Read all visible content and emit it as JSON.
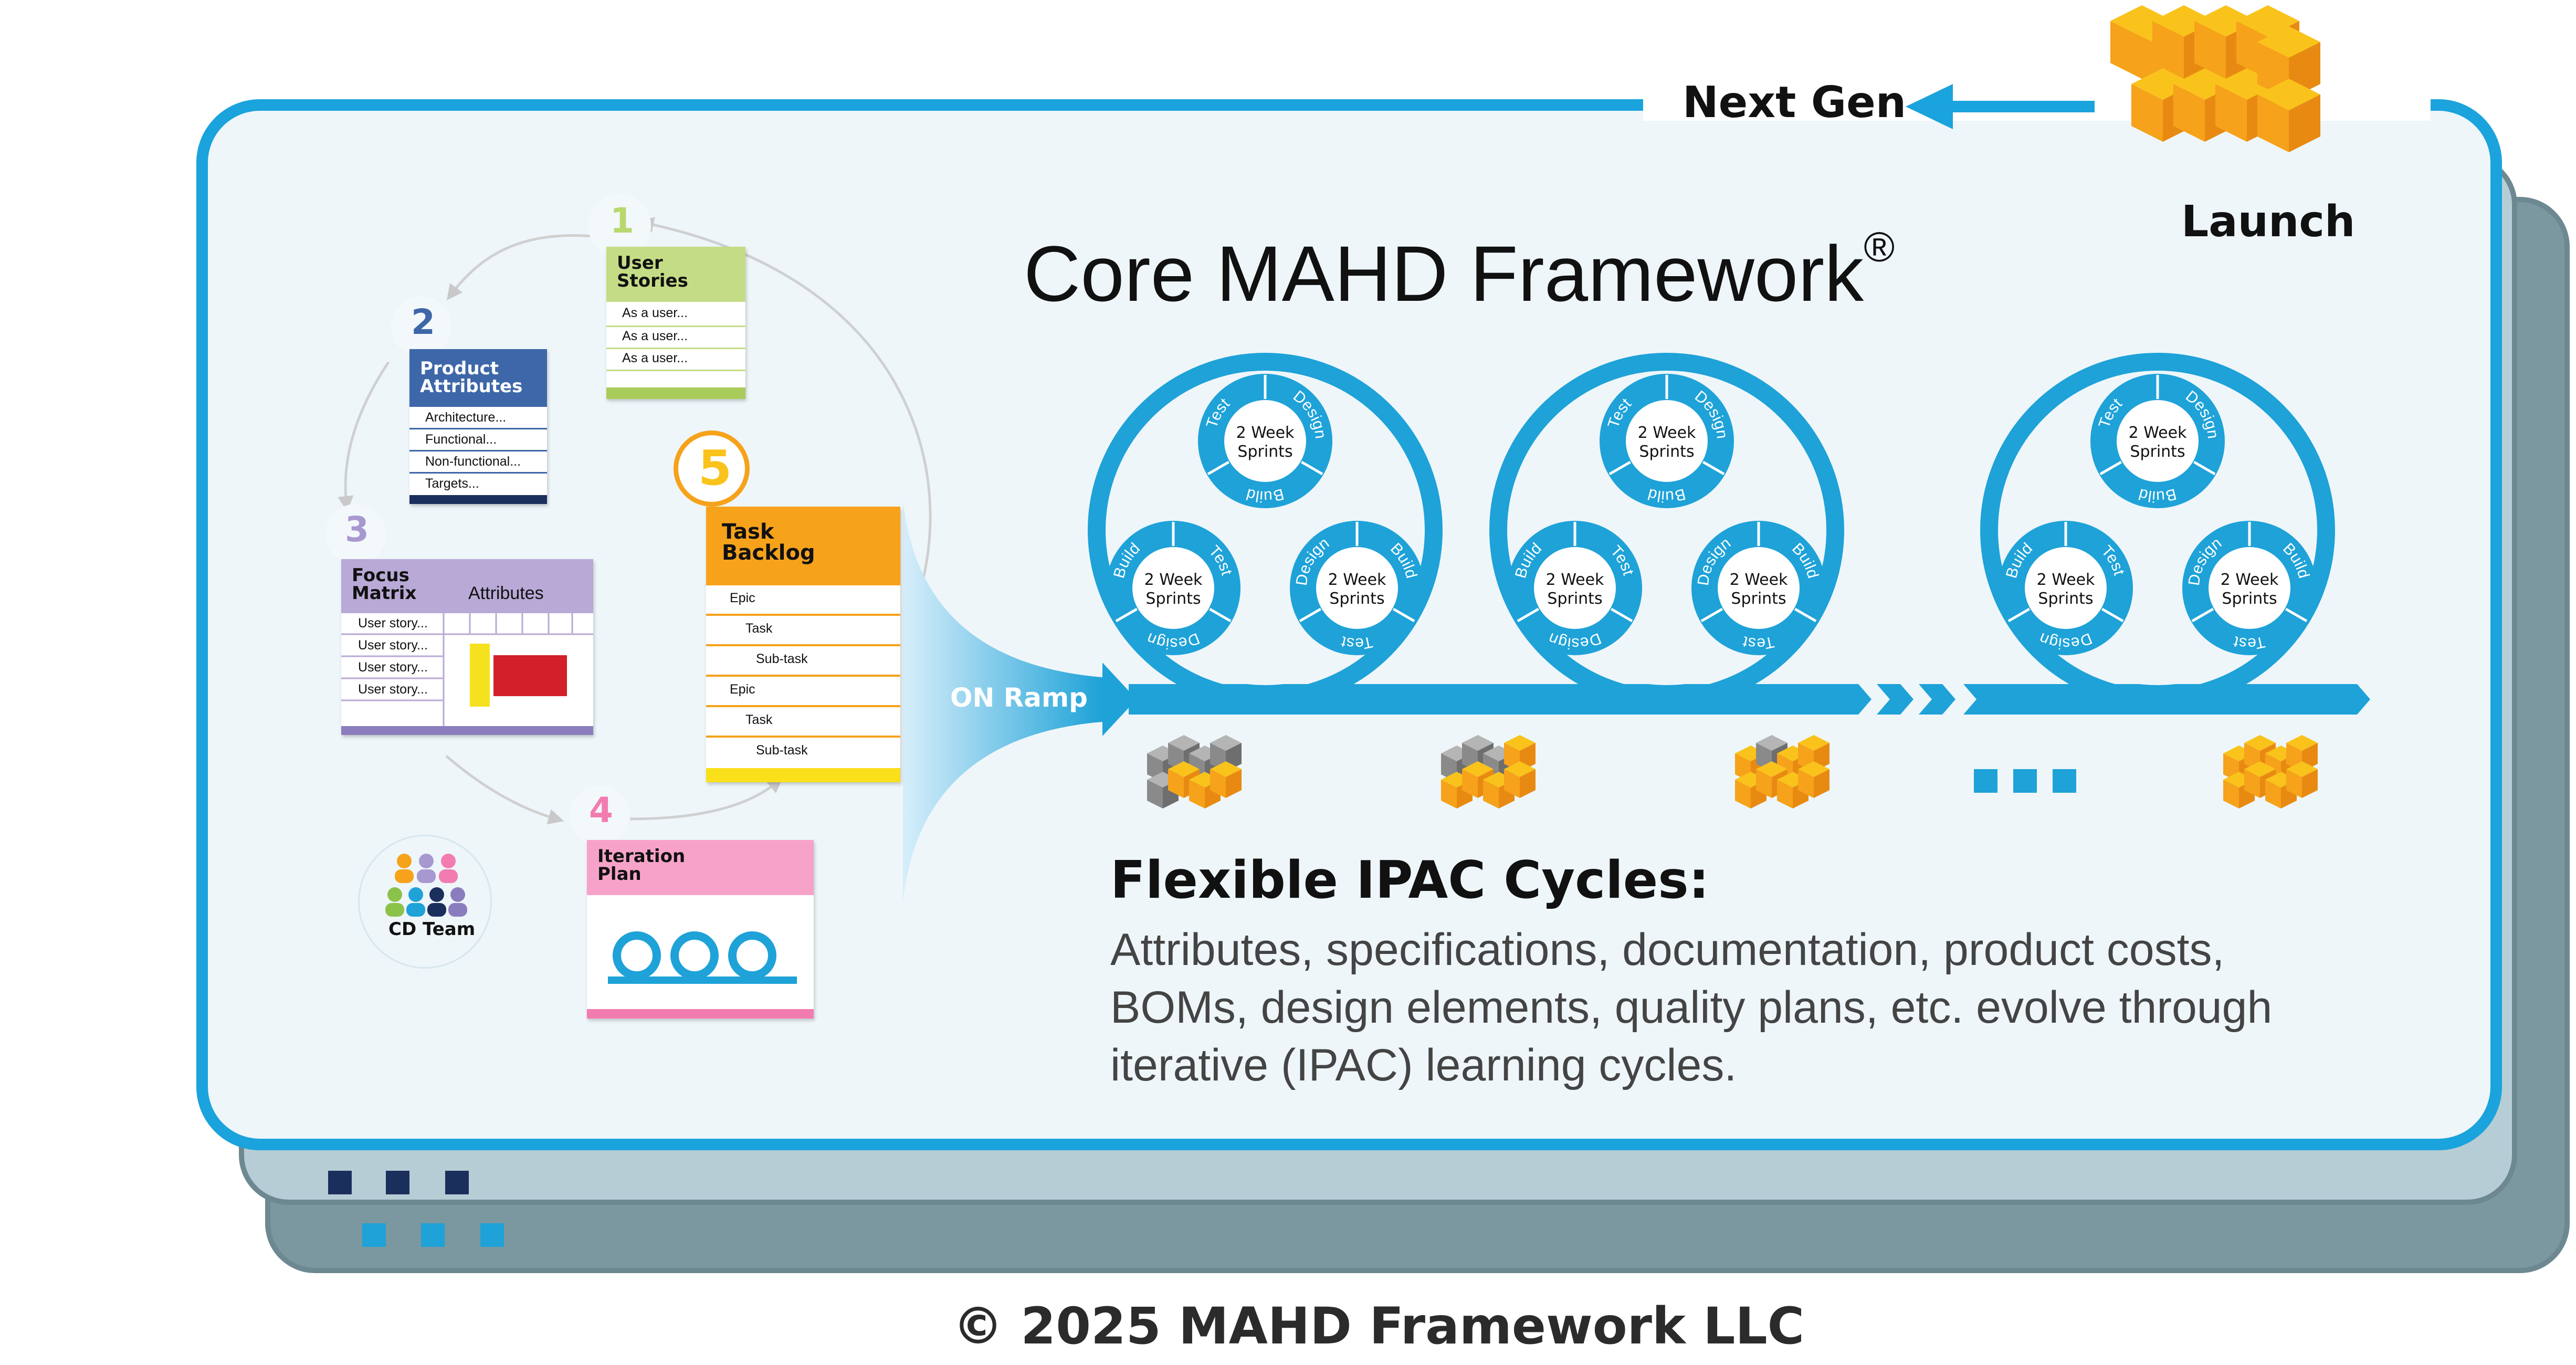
{
  "header": {
    "next_gen": "Next Gen",
    "launch": "Launch",
    "title": "Core MAHD Framework",
    "title_mark": "®"
  },
  "onramp": {
    "label": "ON Ramp"
  },
  "steps": [
    {
      "number": "1",
      "title_lines": [
        "User",
        "Stories"
      ],
      "rows": [
        "As a user...",
        "As a user...",
        "As a user..."
      ]
    },
    {
      "number": "2",
      "title_lines": [
        "Product",
        "Attributes"
      ],
      "rows": [
        "Architecture...",
        "Functional...",
        "Non-functional...",
        "Targets..."
      ]
    },
    {
      "number": "3",
      "title_lines": [
        "Focus",
        "Matrix"
      ],
      "header_right": "Attributes",
      "rows": [
        "User story...",
        "User story...",
        "User story...",
        "User story..."
      ]
    },
    {
      "number": "4",
      "title_lines": [
        "Iteration",
        "Plan"
      ]
    },
    {
      "number": "5",
      "title_lines": [
        "Task",
        "Backlog"
      ],
      "rows": [
        "Epic",
        "Task",
        "Sub-task",
        "Epic",
        "Task",
        "Sub-task"
      ]
    }
  ],
  "team": {
    "label": "CD Team"
  },
  "sprint": {
    "center_label_lines": [
      "2 Week",
      "Sprints"
    ],
    "phases": [
      "Design",
      "Build",
      "Test"
    ]
  },
  "ipac": {
    "heading": "Flexible IPAC Cycles:",
    "body_lines": [
      "Attributes, specifications, documentation, product costs,",
      "BOMs, design elements, quality plans, etc. evolve through",
      "iterative (IPAC) learning cycles."
    ]
  },
  "footer": {
    "copyright": "© 2025 MAHD Framework LLC"
  },
  "colors": {
    "primary_blue": "#1ea2d8",
    "frame_blue": "#1aa3dc",
    "panel_bg": "#eef6fa",
    "stack_light": "#b6cdd6",
    "stack_dark": "#7b97a0",
    "navy": "#1b2f5c",
    "cube_orange": "#f6a21b",
    "cube_yellow": "#f9c31b",
    "cube_gray": "#8a8a8a",
    "user_stories_green": "#c5dc86",
    "product_attr_blue": "#3d67a8",
    "focus_matrix_purple": "#b8a9d6",
    "iteration_pink": "#f27cb0",
    "task_backlog_orange": "#f6a21b",
    "focus_red": "#d21f2a",
    "focus_yellow": "#f6e11e"
  }
}
